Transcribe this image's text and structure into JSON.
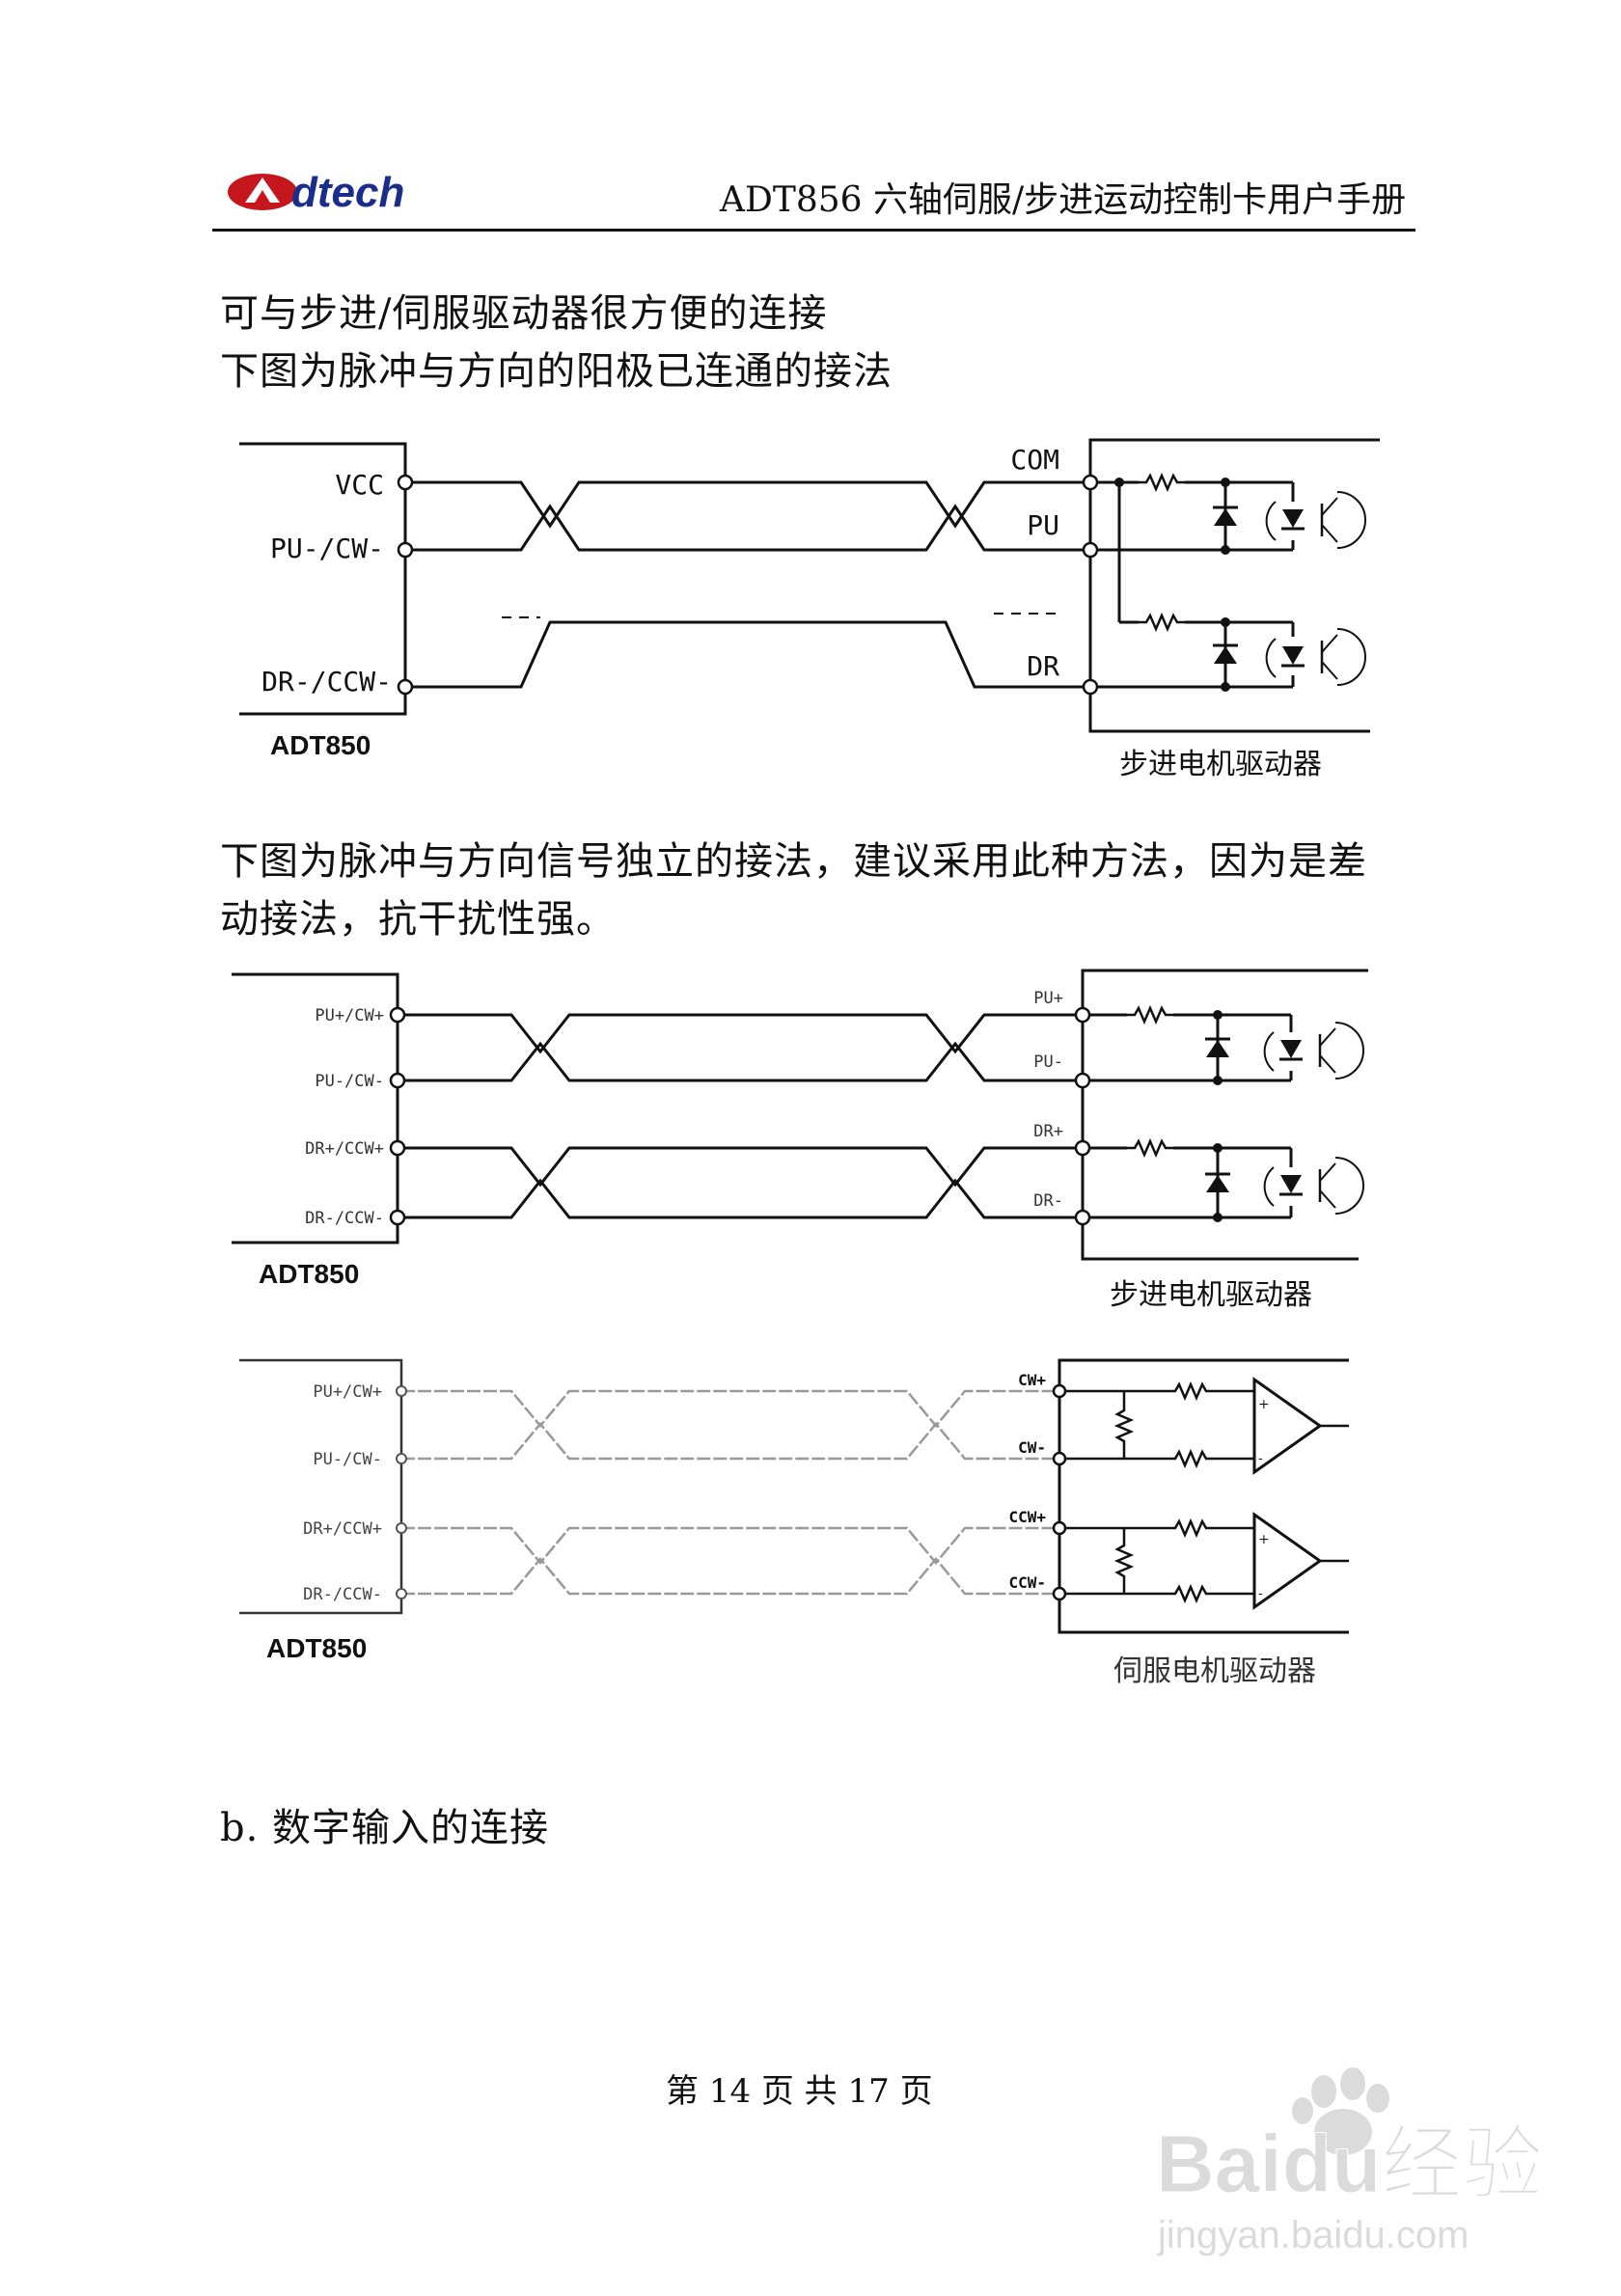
{
  "header": {
    "logo_text": "dtech",
    "title": "ADT856 六轴伺服/步进运动控制卡用户手册"
  },
  "paragraphs": {
    "p1": "可与步进/伺服驱动器很方便的连接",
    "p2": "下图为脉冲与方向的阳极已连通的接法",
    "p3_line1": "下图为脉冲与方向信号独立的接法，建议采用此种方法，因为是差",
    "p3_line2": "动接法，抗干扰性强。",
    "section_b": "b. 数字输入的连接"
  },
  "diagram1": {
    "left_pins": [
      "VCC",
      "PU-/CW-",
      "DR-/CCW-"
    ],
    "right_pins": [
      "COM",
      "PU",
      "DR"
    ],
    "card_label": "ADT850",
    "driver_label": "步进电机驱动器"
  },
  "diagram2": {
    "left_pins": [
      "PU+/CW+",
      "PU-/CW-",
      "DR+/CCW+",
      "DR-/CCW-"
    ],
    "right_pins": [
      "PU+",
      "PU-",
      "DR+",
      "DR-"
    ],
    "card_label": "ADT850",
    "driver_label": "步进电机驱动器"
  },
  "diagram3": {
    "left_pins": [
      "PU+/CW+",
      "PU-/CW-",
      "DR+/CCW+",
      "DR-/CCW-"
    ],
    "right_pins": [
      "CW+",
      "CW-",
      "CCW+",
      "CCW-"
    ],
    "card_label": "ADT850",
    "driver_label": "伺服电机驱动器"
  },
  "footer": {
    "page_text": "第 14 页 共 17 页"
  },
  "watermark": {
    "brand": "Baidu经验",
    "url": "jingyan.baidu.com"
  }
}
